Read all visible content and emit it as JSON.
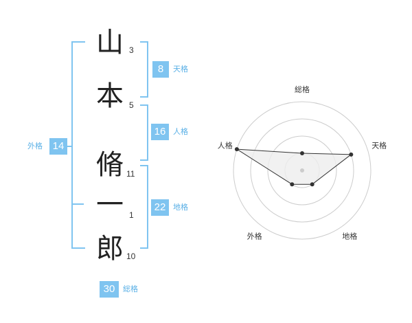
{
  "name": {
    "chars": [
      {
        "char": "山",
        "strokes": "3"
      },
      {
        "char": "本",
        "strokes": "5"
      },
      {
        "char": "脩",
        "strokes": "11"
      },
      {
        "char": "一",
        "strokes": "1"
      },
      {
        "char": "郎",
        "strokes": "10"
      }
    ]
  },
  "fortunes": {
    "tenkaku": {
      "value": "8",
      "label": "天格"
    },
    "jinkaku": {
      "value": "16",
      "label": "人格"
    },
    "chikaku": {
      "value": "22",
      "label": "地格"
    },
    "gaikaku": {
      "value": "14",
      "label": "外格"
    },
    "soukaku": {
      "value": "30",
      "label": "総格"
    }
  },
  "chart_data": {
    "type": "radar",
    "axes": [
      "総格",
      "天格",
      "地格",
      "外格",
      "人格"
    ],
    "values": [
      1,
      3,
      1,
      1,
      4
    ],
    "max": 4,
    "rings": 4,
    "grid": true,
    "colors": {
      "line": "#333333",
      "fill": "#eeeeee",
      "ring": "#cccccc",
      "center": "#cccccc"
    }
  }
}
